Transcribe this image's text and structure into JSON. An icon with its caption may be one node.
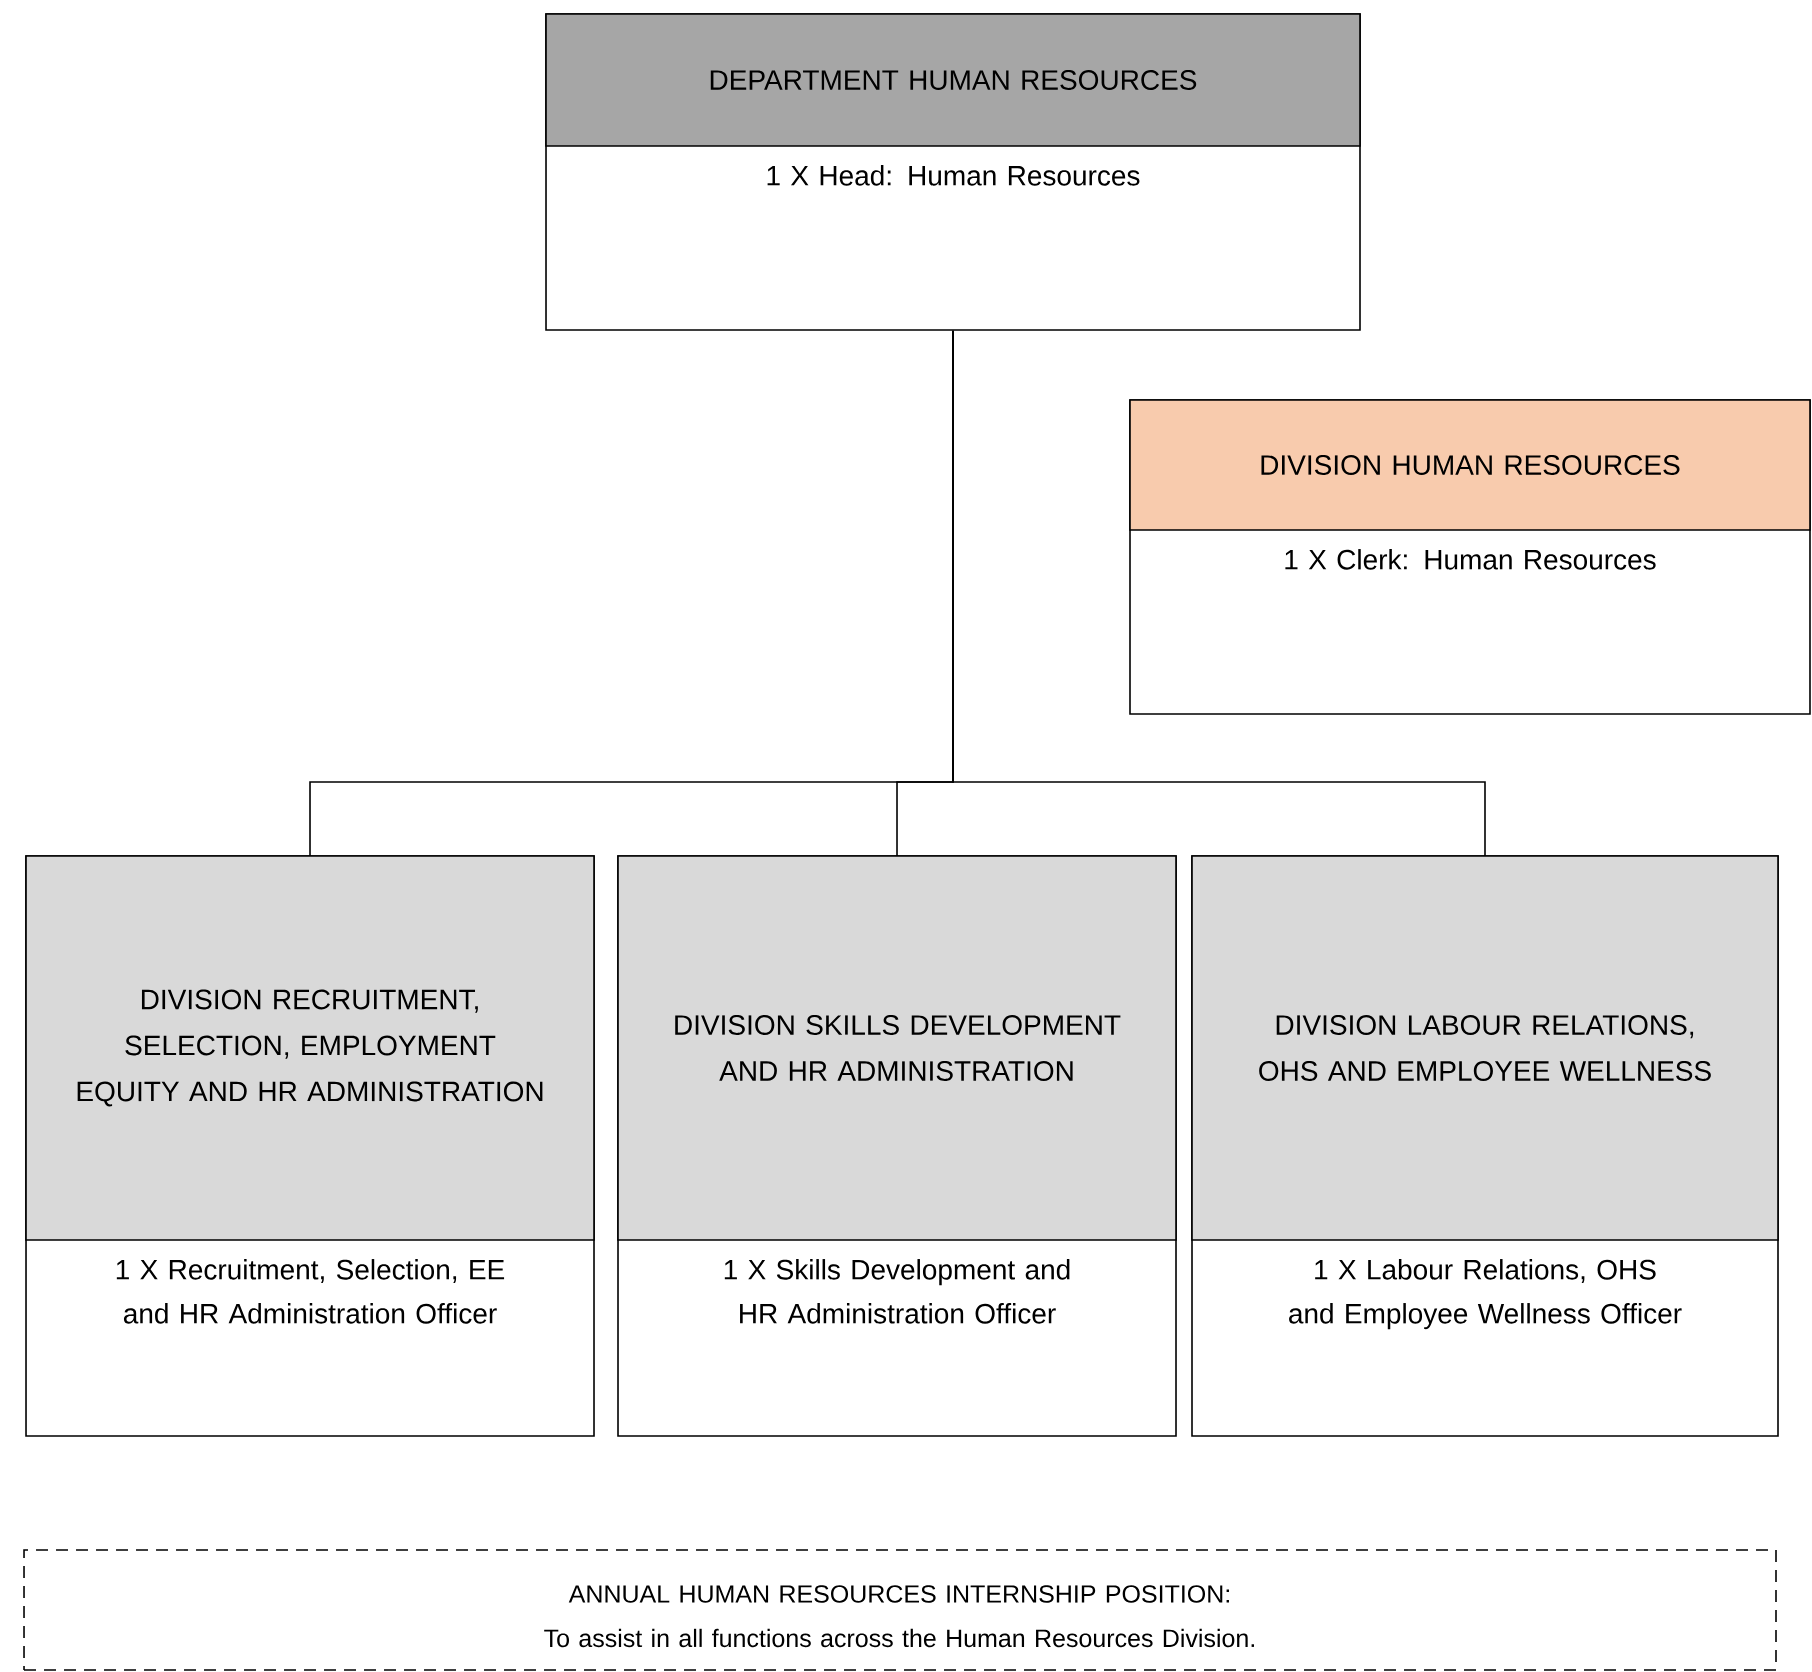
{
  "diagram": {
    "nodes": [
      {
        "text": [
          "DEPARTMENT HUMAN RESOURCES",
          "1 X Head: Human Resources"
        ]
      },
      {
        "text": [
          "DIVISION HUMAN RESOURCES",
          "1 X Clerk: Human Resources"
        ]
      },
      {
        "text": [
          "DIVISION RECRUITMENT, SELECTION, EMPLOYMENT EQUITY AND HR ADMINISTRATION",
          "1 X Recruitment, Selection, EE and HR Administration Officer"
        ]
      },
      {
        "text": [
          "DIVISION SKILLS DEVELOPMENT AND HR ADMINISTRATION",
          "1 X Skills Development and HR Administration Officer"
        ]
      },
      {
        "text": [
          "DIVISION LABOUR RELATIONS, OHS AND EMPLOYEE WELLNESS",
          "1 X Labour Relations, OHS and Employee Wellness Officer"
        ]
      },
      {
        "text": [
          "ANNUAL HUMAN RESOURCES INTERNSHIP POSITION:",
          "To assist in all functions across the Human Resources Division."
        ]
      }
    ],
    "edges": [
      {
        "from": 0,
        "to": 2,
        "arrow": "none"
      },
      {
        "from": 0,
        "to": 3,
        "arrow": "none"
      },
      {
        "from": 0,
        "to": 4,
        "arrow": "none"
      }
    ]
  }
}
